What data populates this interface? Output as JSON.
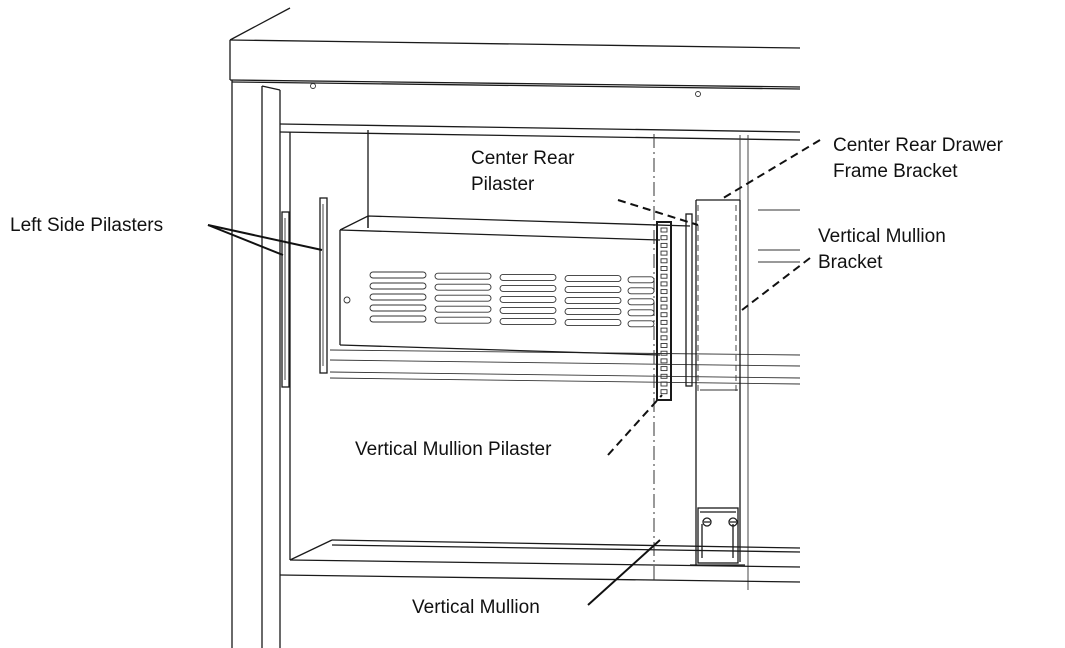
{
  "labels": {
    "left_side_pilasters": "Left Side Pilasters",
    "center_rear_pilaster_line1": "Center Rear",
    "center_rear_pilaster_line2": "Pilaster",
    "center_rear_drawer_frame_bracket_line1": "Center Rear Drawer",
    "center_rear_drawer_frame_bracket_line2": "Frame Bracket",
    "vertical_mullion_bracket_line1": "Vertical Mullion",
    "vertical_mullion_bracket_line2": "Bracket",
    "vertical_mullion_pilaster": "Vertical Mullion Pilaster",
    "vertical_mullion": "Vertical Mullion"
  },
  "colors": {
    "line": "#1a1a1a",
    "background": "#ffffff"
  }
}
